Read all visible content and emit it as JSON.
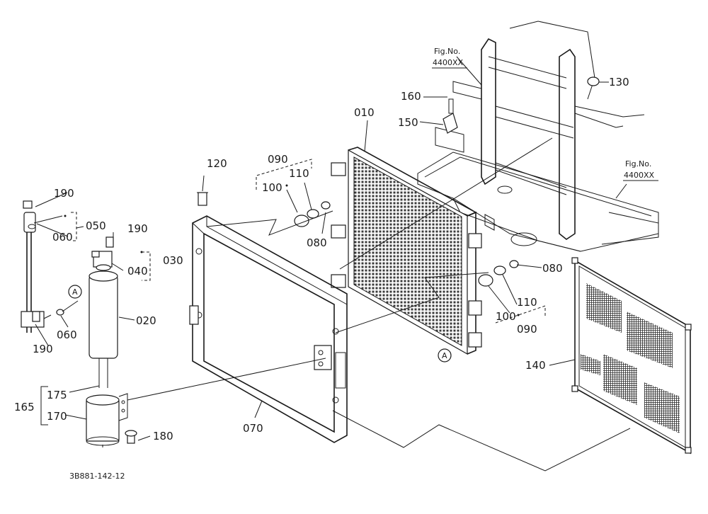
{
  "drawing_id": "3B881-142-12",
  "fig_refs": [
    {
      "line1": "Fig.No.",
      "line2": "4400XX"
    },
    {
      "line1": "Fig.No.",
      "line2": "4400XX"
    }
  ],
  "callouts": {
    "c010": "010",
    "c020": "020",
    "c030": "030",
    "c040": "040",
    "c050": "050",
    "c060a": "060",
    "c060b": "060",
    "c070": "070",
    "c080a": "080",
    "c080b": "080",
    "c090a": "090",
    "c090b": "090",
    "c100a": "100",
    "c100b": "100",
    "c110a": "110",
    "c110b": "110",
    "c120": "120",
    "c130": "130",
    "c140": "140",
    "c150": "150",
    "c160": "160",
    "c165": "165",
    "c170": "170",
    "c175": "175",
    "c180": "180",
    "c190a": "190",
    "c190b": "190",
    "c190c": "190"
  },
  "markers": {
    "a1": "A",
    "a2": "A"
  }
}
